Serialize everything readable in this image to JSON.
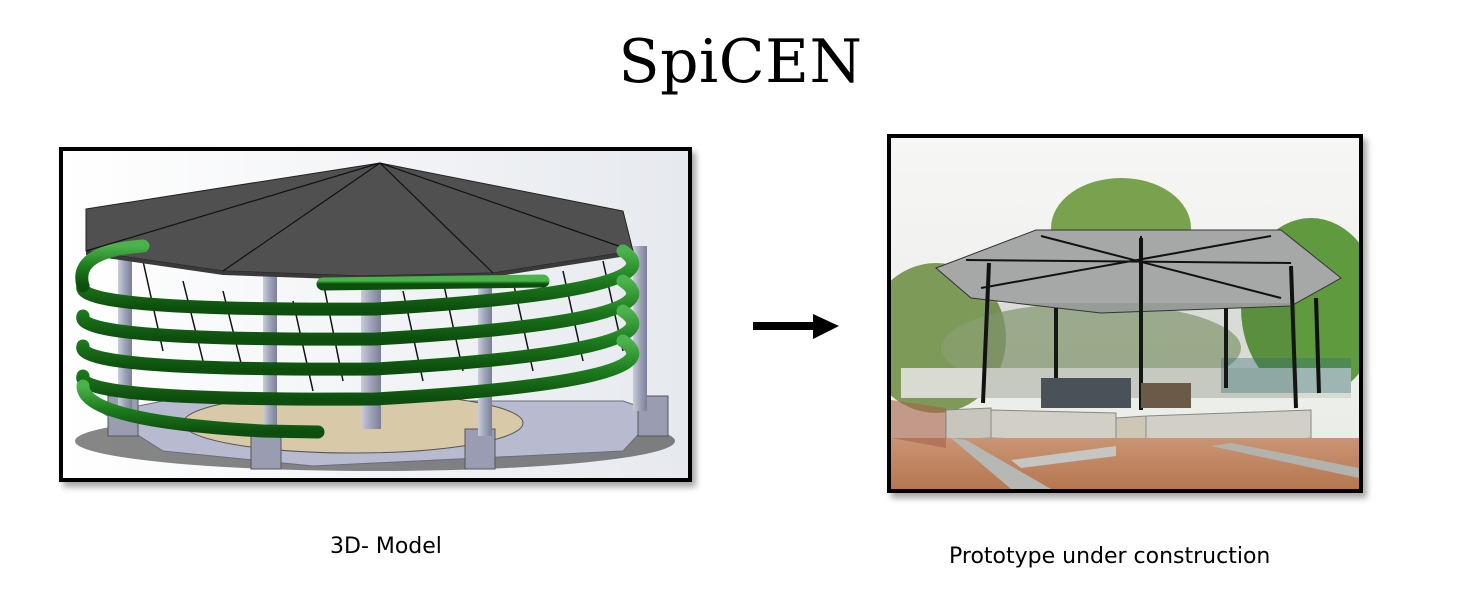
{
  "slide": {
    "title": "SpiCEN",
    "left_panel": {
      "image": "3d-model-render",
      "caption": "3D- Model"
    },
    "arrow": "right-arrow-icon",
    "right_panel": {
      "image": "prototype-photo",
      "caption": "Prototype under construction"
    }
  },
  "colors": {
    "roof": "#505050",
    "tube": "#1f7a1f",
    "column": "#a9acbf",
    "floor": "#d8c9a8",
    "frame": "#000000",
    "soil": "#c98a5e",
    "foliage": "#6f9a48"
  }
}
